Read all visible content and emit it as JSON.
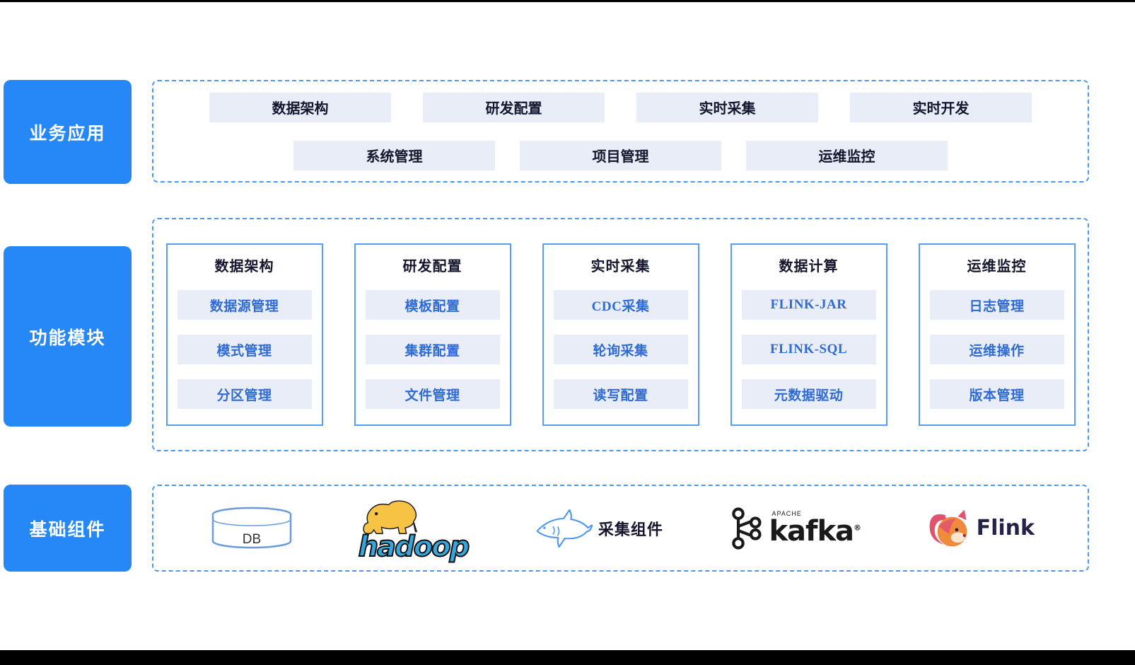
{
  "colors": {
    "sidebar_blue": "#2688F6",
    "dashed_border": "#4D97F0",
    "chip_bg": "#E8EDF8",
    "chip_text_dark": "#15152E",
    "module_item_blue": "#2E6BD5",
    "hadoop_blue": "#35A7DC",
    "hadoop_yellow": "#F6C344",
    "flink_pink": "#E2526E",
    "flink_orange": "#F08A3C"
  },
  "sidebar": {
    "business": "业务应用",
    "modules": "功能模块",
    "components": "基础组件"
  },
  "business": {
    "row1": [
      "数据架构",
      "研发配置",
      "实时采集",
      "实时开发"
    ],
    "row2": [
      "系统管理",
      "项目管理",
      "运维监控"
    ]
  },
  "modules": [
    {
      "title": "数据架构",
      "items": [
        "数据源管理",
        "模式管理",
        "分区管理"
      ]
    },
    {
      "title": "研发配置",
      "items": [
        "模板配置",
        "集群配置",
        "文件管理"
      ]
    },
    {
      "title": "实时采集",
      "items": [
        "CDC采集",
        "轮询采集",
        "读写配置"
      ]
    },
    {
      "title": "数据计算",
      "items": [
        "FLINK-JAR",
        "FLINK-SQL",
        "元数据驱动"
      ]
    },
    {
      "title": "运维监控",
      "items": [
        "日志管理",
        "运维操作",
        "版本管理"
      ]
    }
  ],
  "components": [
    {
      "icon": "database-icon",
      "label": "DB"
    },
    {
      "icon": "hadoop-elephant-icon",
      "label": "hadoop"
    },
    {
      "icon": "shark-icon",
      "label": "采集组件"
    },
    {
      "icon": "kafka-icon",
      "label": "kafka",
      "brand_super": "APACHE",
      "trademark": "®"
    },
    {
      "icon": "flink-squirrel-icon",
      "label": "Flink"
    }
  ]
}
